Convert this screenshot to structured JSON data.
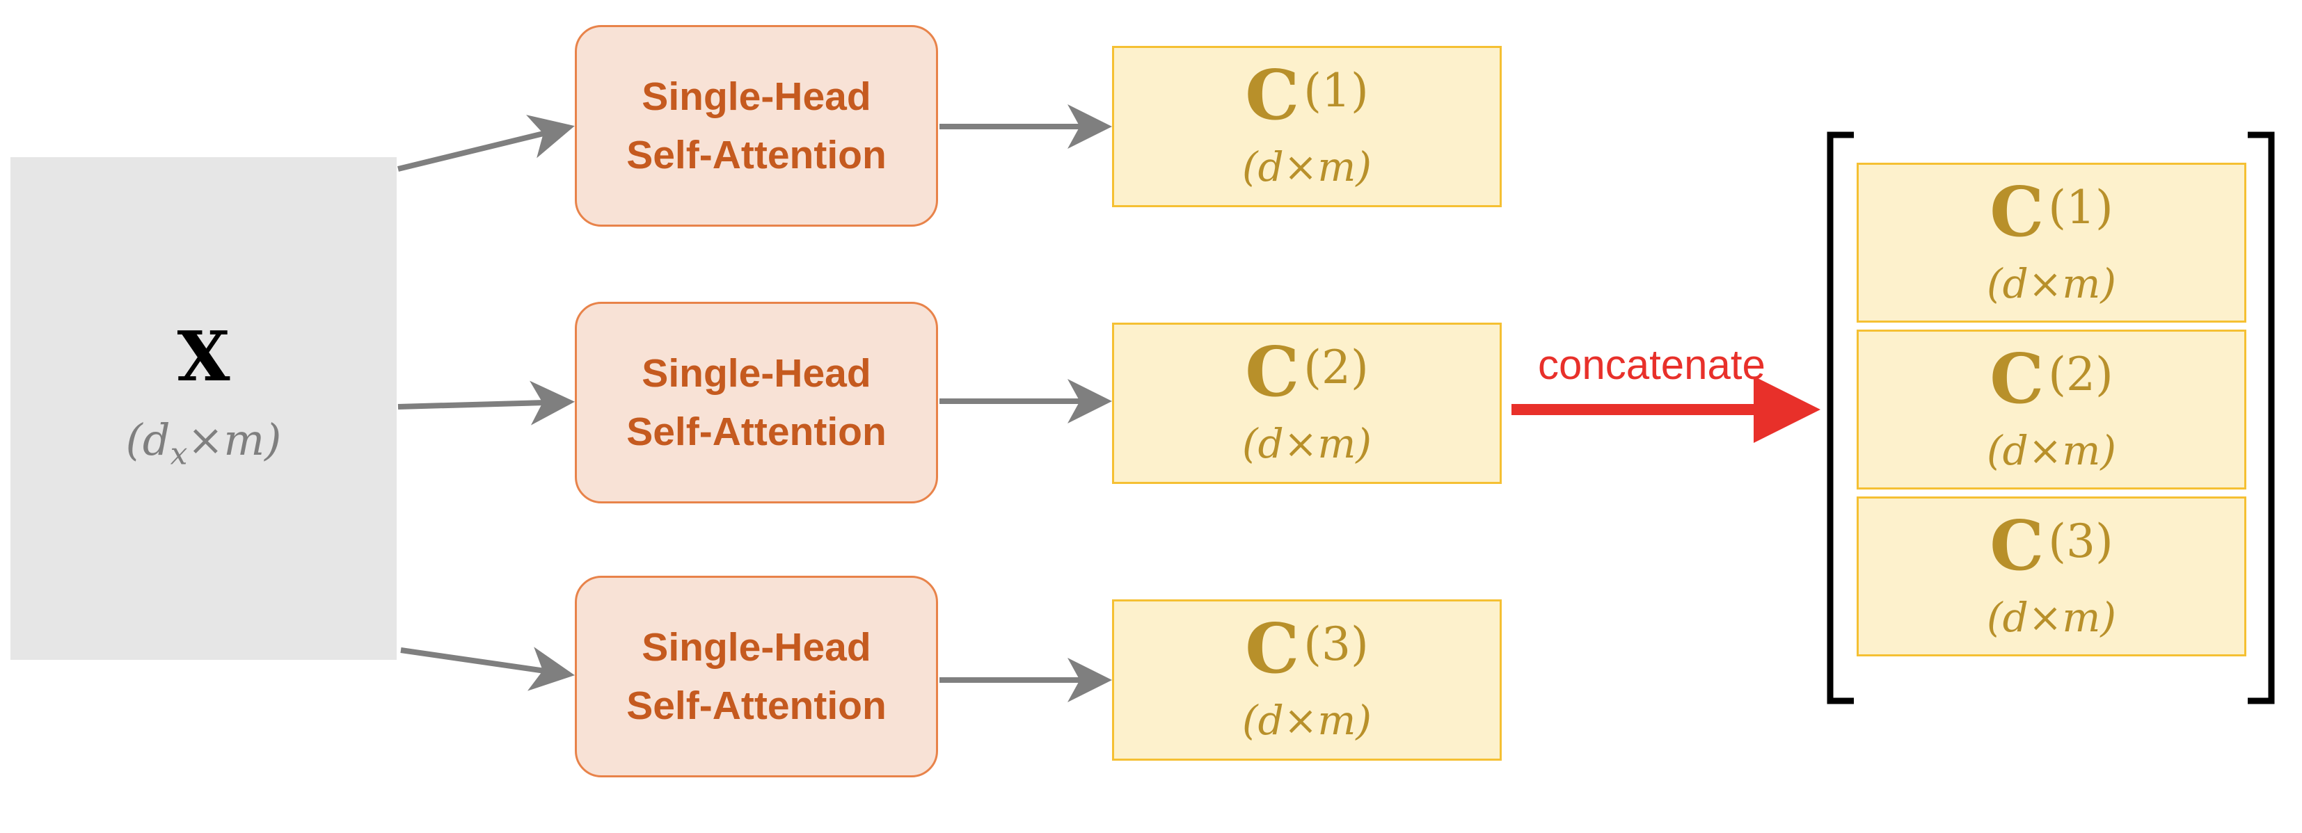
{
  "input": {
    "symbol": "X",
    "dim_main": "(d",
    "dim_sub": "x",
    "dim_tail": "×m)"
  },
  "heads": [
    {
      "label_line1": "Single-Head",
      "label_line2": "Self-Attention"
    },
    {
      "label_line1": "Single-Head",
      "label_line2": "Self-Attention"
    },
    {
      "label_line1": "Single-Head",
      "label_line2": "Self-Attention"
    }
  ],
  "outputs": [
    {
      "symbol": "C",
      "superscript": "(1)",
      "dim": "(d×m)"
    },
    {
      "symbol": "C",
      "superscript": "(2)",
      "dim": "(d×m)"
    },
    {
      "symbol": "C",
      "superscript": "(3)",
      "dim": "(d×m)"
    }
  ],
  "concat": {
    "label": "concatenate",
    "items": [
      {
        "symbol": "C",
        "superscript": "(1)",
        "dim": "(d×m)"
      },
      {
        "symbol": "C",
        "superscript": "(2)",
        "dim": "(d×m)"
      },
      {
        "symbol": "C",
        "superscript": "(3)",
        "dim": "(d×m)"
      }
    ]
  },
  "colors": {
    "arrow_gray": "#7f7f7f",
    "arrow_red": "#e8302a",
    "attn_fill": "#f8e2d6",
    "attn_border": "#e8834a",
    "attn_text": "#c55a1f",
    "output_fill": "#fdf1cc",
    "output_border": "#f5c033",
    "output_text": "#b8902a",
    "input_fill": "#e6e6e6"
  }
}
